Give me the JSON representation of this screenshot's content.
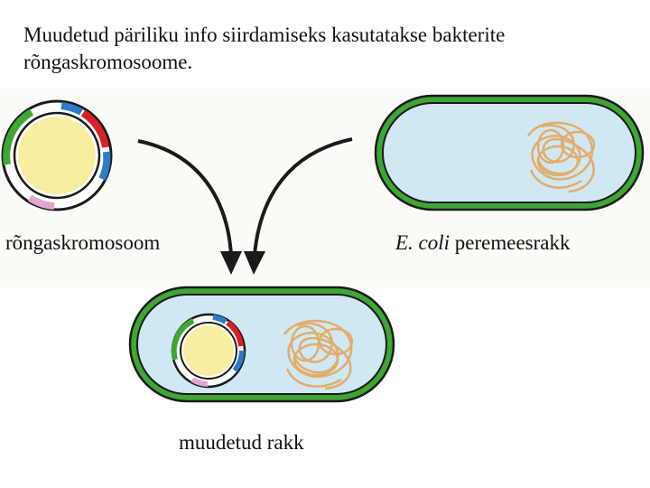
{
  "caption": {
    "text": "Muudetud päriliku info siirdamiseks kasutatakse bakterite rõngaskromosoome."
  },
  "labels": {
    "ring_chromosome": "rõngaskromosoom",
    "host_species": "E. coli",
    "host_cell": "peremeesrakk",
    "modified_cell": "muudetud rakk"
  },
  "colors": {
    "cell_wall": "#3fa535",
    "cytoplasm": "#cfe8f4",
    "plasmid_core": "#f8eea0",
    "dna": "#e2ad6b",
    "gene_red": "#d9202a",
    "gene_blue": "#2a7cc7",
    "gene_pink": "#e2a6d0",
    "arrow": "#1a1a1a"
  }
}
